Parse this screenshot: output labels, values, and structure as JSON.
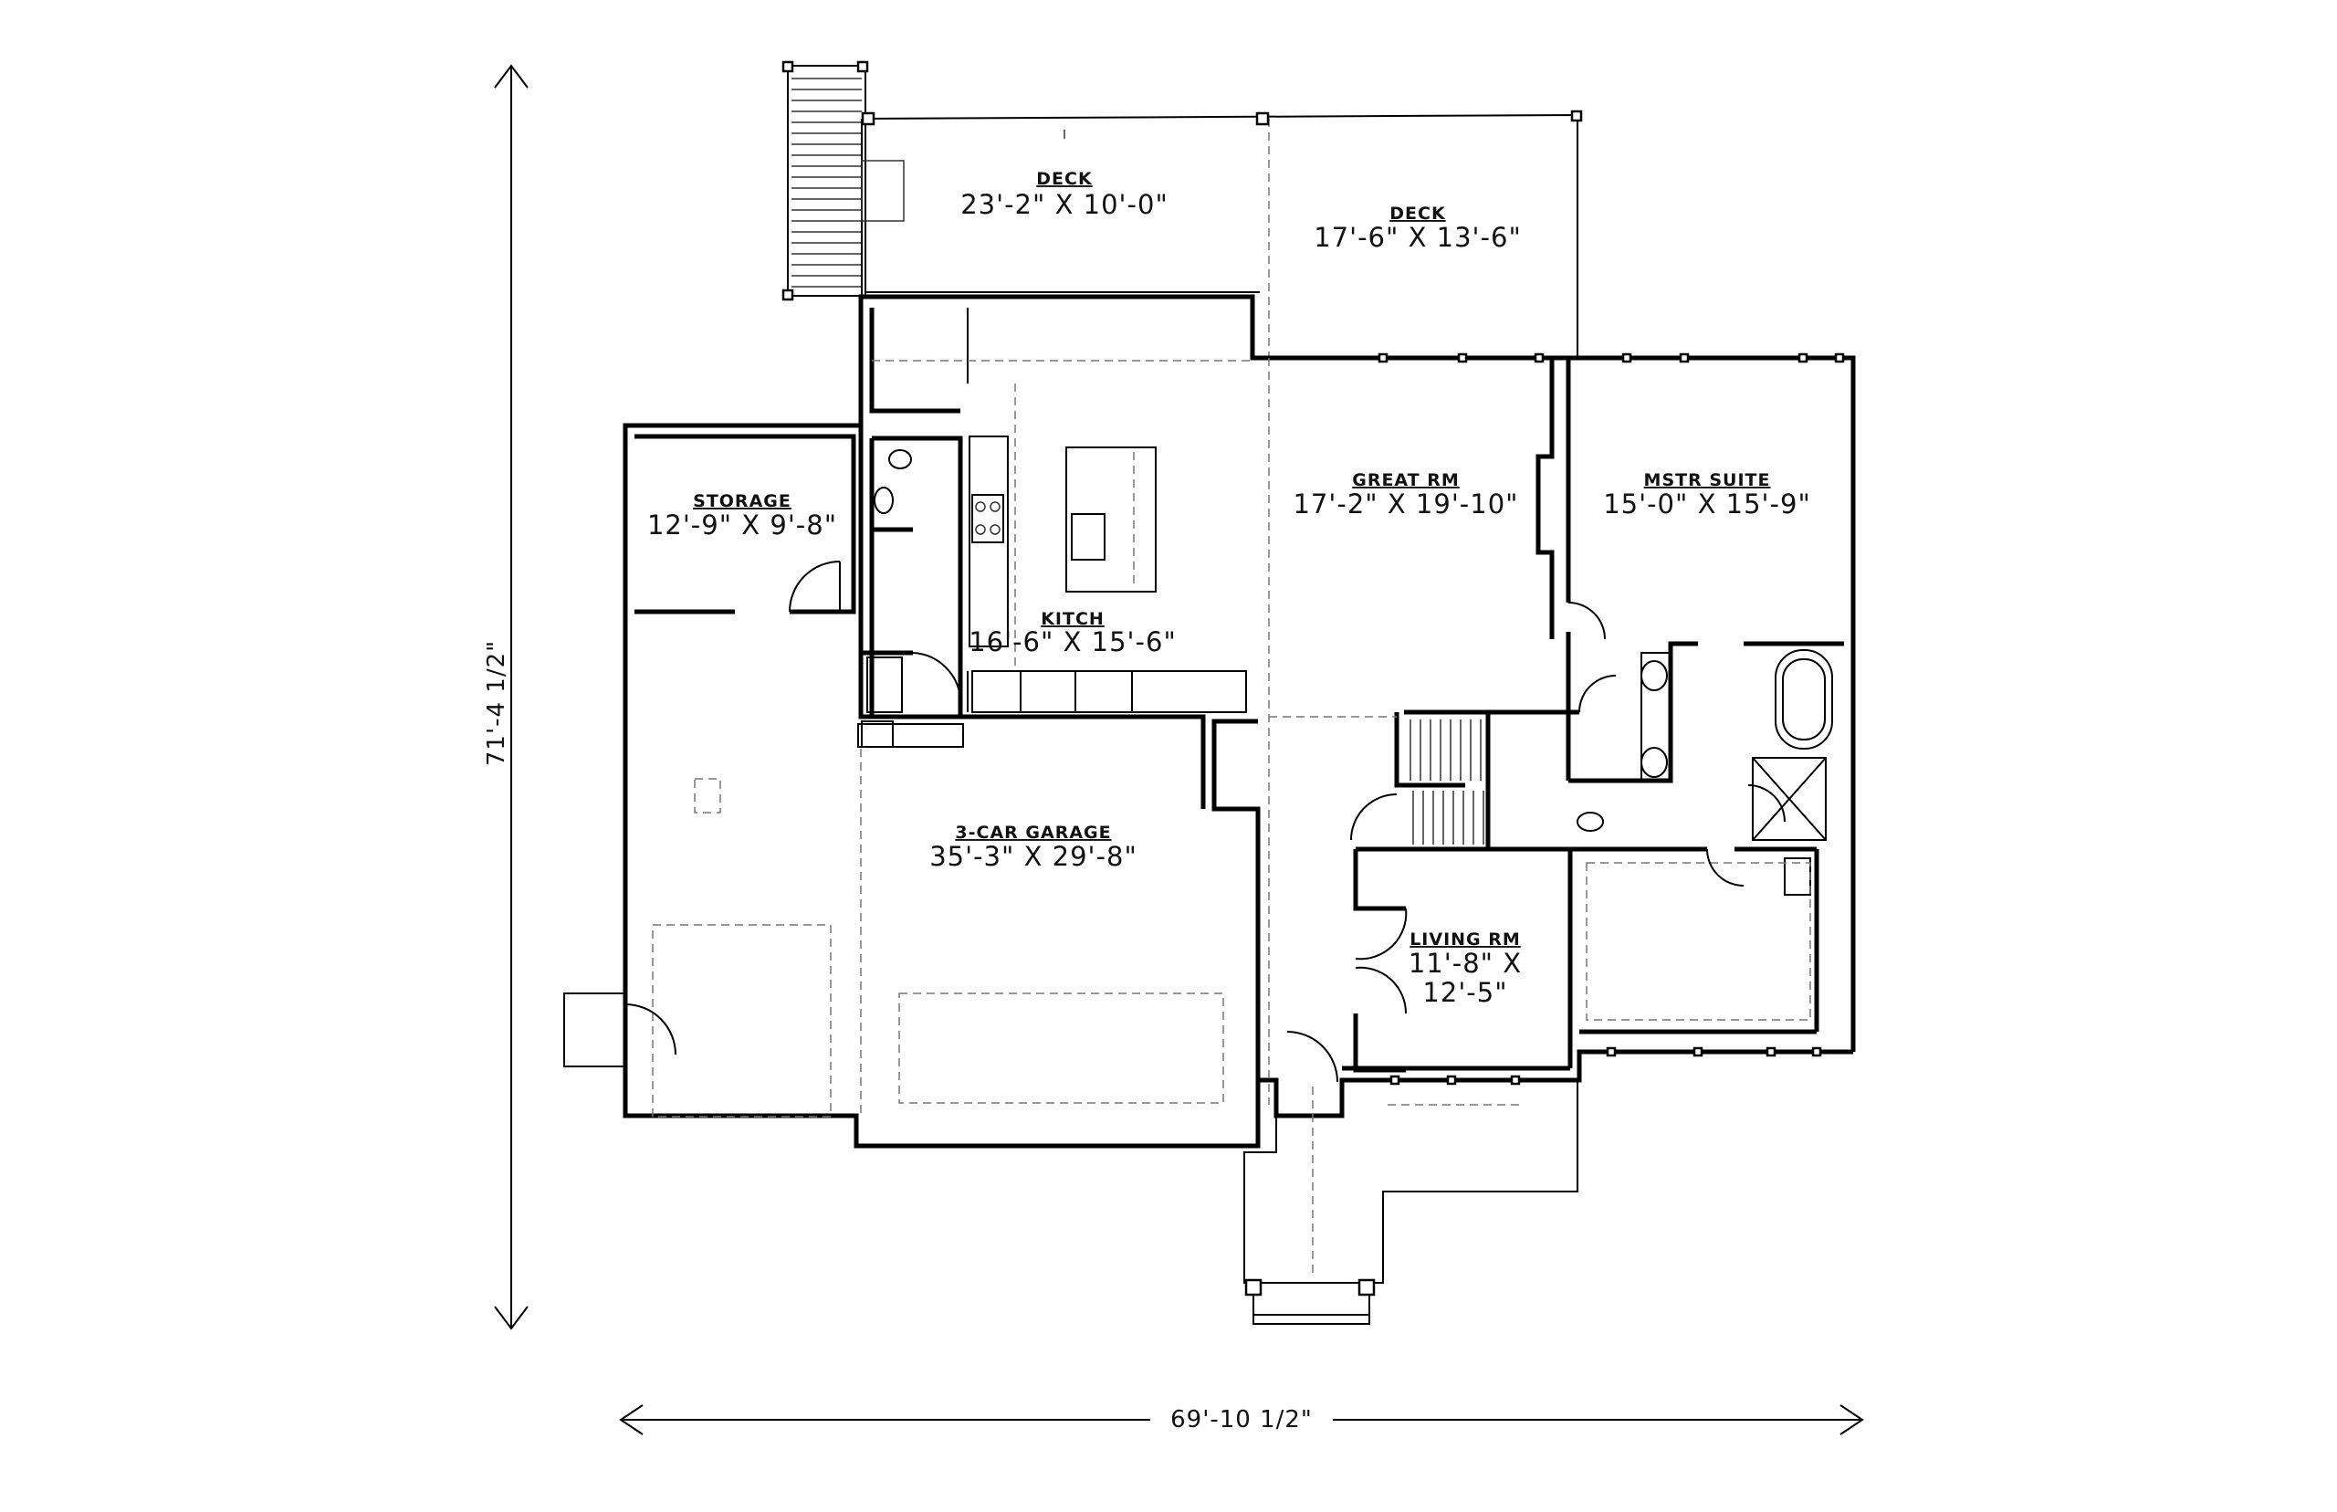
{
  "rooms": {
    "deck_left": {
      "name": "DECK",
      "dim": "23'-2\" X 10'-0\""
    },
    "deck_right": {
      "name": "DECK",
      "dim": "17'-6\" X 13'-6\""
    },
    "storage": {
      "name": "STORAGE",
      "dim": "12'-9\" X 9'-8\""
    },
    "great_room": {
      "name": "GREAT RM",
      "dim": "17'-2\" X 19'-10\""
    },
    "master_suite": {
      "name": "MSTR SUITE",
      "dim": "15'-0\" X 15'-9\""
    },
    "kitchen": {
      "name": "KITCH",
      "dim": "16'-6\" X 15'-6\""
    },
    "garage": {
      "name": "3-CAR GARAGE",
      "dim": "35'-3\" X 29'-8\""
    },
    "living_room": {
      "name": "LIVING RM",
      "dim_line1": "11'-8\" X",
      "dim_line2": "12'-5\""
    }
  },
  "overall": {
    "height": "71'-4 1/2\"",
    "width": "69'-10 1/2\""
  }
}
